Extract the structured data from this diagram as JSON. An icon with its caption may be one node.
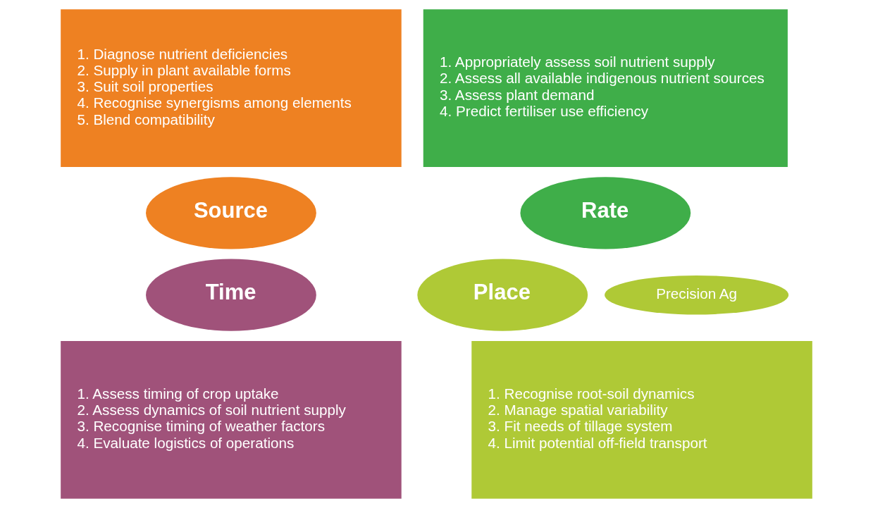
{
  "diagram": {
    "nodes": [
      {
        "text": [
          "1. Diagnose nutrient deficiencies",
          "2. Supply in plant available forms",
          "3. Suit soil properties",
          "4. Recognise synergisms among elements",
          "5. Blend compatibility"
        ]
      },
      {
        "text": [
          "1. Appropriately assess soil nutrient supply",
          "2. Assess all available indigenous nutrient sources",
          "3. Assess plant demand",
          "4. Predict fertiliser use efficiency"
        ]
      },
      {
        "text": [
          "Source"
        ]
      },
      {
        "text": [
          "Rate"
        ]
      },
      {
        "text": [
          "Time"
        ]
      },
      {
        "text": [
          "Place"
        ]
      },
      {
        "text": [
          "Precision Ag"
        ]
      },
      {
        "text": [
          "1. Assess timing of crop uptake",
          "2. Assess dynamics of soil nutrient supply",
          "3. Recognise timing of weather factors",
          "4. Evaluate logistics of operations"
        ]
      },
      {
        "text": [
          "1. Recognise root-soil dynamics",
          "2. Manage spatial variability",
          "3. Fit needs of tillage system",
          "4. Limit potential off-field transport"
        ]
      }
    ]
  }
}
